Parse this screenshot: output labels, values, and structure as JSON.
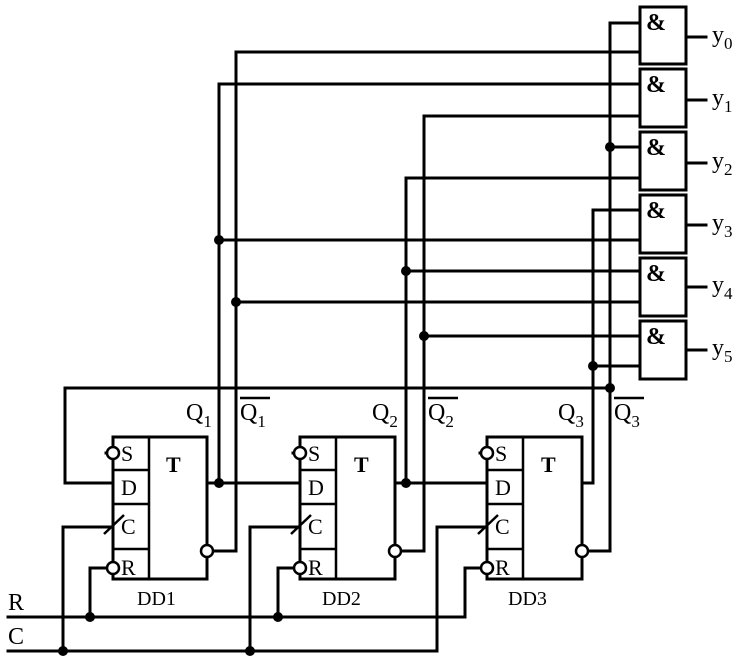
{
  "and_gates": [
    {
      "symbol": "&",
      "output_label": "y",
      "output_index": "0"
    },
    {
      "symbol": "&",
      "output_label": "y",
      "output_index": "1"
    },
    {
      "symbol": "&",
      "output_label": "y",
      "output_index": "2"
    },
    {
      "symbol": "&",
      "output_label": "y",
      "output_index": "3"
    },
    {
      "symbol": "&",
      "output_label": "y",
      "output_index": "4"
    },
    {
      "symbol": "&",
      "output_label": "y",
      "output_index": "5"
    }
  ],
  "flip_flops": [
    {
      "name": "DD1",
      "type": "T",
      "pins": {
        "s": "S",
        "d": "D",
        "c": "C",
        "r": "R"
      },
      "q_label": "Q",
      "q_index": "1",
      "qbar_label": "Q",
      "qbar_index": "1"
    },
    {
      "name": "DD2",
      "type": "T",
      "pins": {
        "s": "S",
        "d": "D",
        "c": "C",
        "r": "R"
      },
      "q_label": "Q",
      "q_index": "2",
      "qbar_label": "Q",
      "qbar_index": "2"
    },
    {
      "name": "DD3",
      "type": "T",
      "pins": {
        "s": "S",
        "d": "D",
        "c": "C",
        "r": "R"
      },
      "q_label": "Q",
      "q_index": "3",
      "qbar_label": "Q",
      "qbar_index": "3"
    }
  ],
  "inputs": {
    "reset": "R",
    "clock": "C"
  }
}
